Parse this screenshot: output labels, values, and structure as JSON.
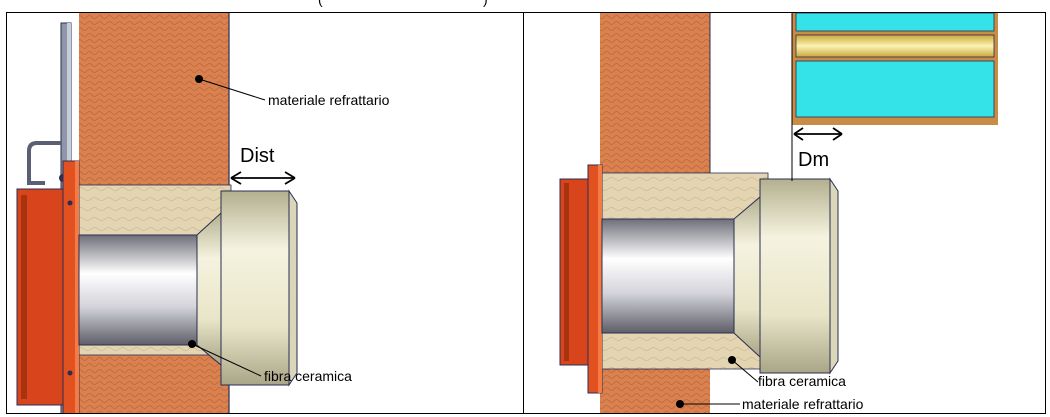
{
  "header": {
    "fragment_left": "(",
    "fragment_right": ")"
  },
  "left_panel": {
    "label_refractory": "materiale refrattario",
    "label_distance": "Dist",
    "label_fiber": "fibra ceramica"
  },
  "right_panel": {
    "label_distance": "Dm",
    "label_fiber": "fibra ceramica",
    "label_refractory": "materiale refrattario"
  },
  "colors": {
    "refractory": "#d9824f",
    "ceramic_fiber": "#e3d5b2",
    "burner_body": "#d8451c",
    "tube_highlight": "#ffffff",
    "tube_shadow": "#7b7b85",
    "nozzle": "#ece9cf",
    "exchanger_cyan": "#33e3e8",
    "exchanger_yellow": "#f1e08a",
    "outline": "#2b2d52"
  }
}
